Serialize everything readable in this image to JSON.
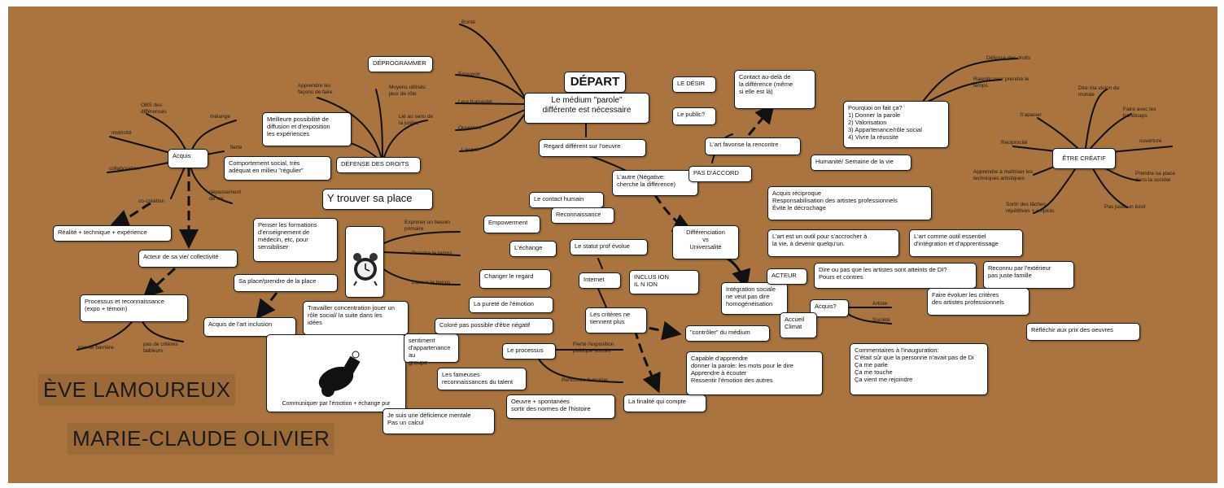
{
  "authors": [
    "ÈVE LAMOUREUX",
    "MARIE-CLAUDE OLIVIER"
  ],
  "nodes": {
    "depart": "DÉPART",
    "medium": "Le médium \"parole\"\ndifférente est nécessaire",
    "deprogrammer": "DÉPROGRAMMER",
    "defense_droits": "DÉFENSE DES DROITS",
    "meilleure": "Meilleure possibilité de\ndiffusion et d'exposition\nles expériences",
    "comportement": "Comportement social, très\nadéquat en milieu \"régulier\"",
    "y_trouver": "Y trouver sa place",
    "acquis_left": "Acquis",
    "realite": "Réalité + technique + expérience",
    "acteur_vie": "Acteur de sa vie/ collectivité",
    "processus_reco": "Processus et reconnaissance\n(expo + témoin)",
    "penser": "Penser les formations\nd'enseignement de\nmédecin, etc, pour\nsensibiliser",
    "sa_place": "Sa place/prendre de la place",
    "acquis_art": "Acquis de l'art inclusion",
    "travailler": "Travailler concentration jouer un\nrôle social/ la suite dans les\nidées",
    "communiquer": "Communiquer par l'émotion + échange pur",
    "sentiment": "sentiment\nd'appartenance au\ngroupe",
    "fameuses": "Les fameuses\nreconnaissances du talent",
    "deficience": "Je suis une déficience mentale\nPas un calcul",
    "regard_oeuvre": "Regard différent sur l'oeuvre",
    "contact_humain": "Le contact humain",
    "reconnaissance": "Reconnaissance",
    "empowerment": "Empowerment",
    "echange": "L'échange",
    "statut": "Le statut prof évolue",
    "changer_regard": "Changer le regard",
    "internet": "Internet",
    "purete": "La pureté de l'émotion",
    "colore": "Coloré pas possible d'être négatif",
    "processus": "Le processus",
    "criteres": "Les critères ne\ntiennent plus",
    "controler": "\"contrôler\" du médium",
    "oeuvre_spont": "Oeuvre + spontanées\nsortir des normes de l'histoire",
    "finalite": "La finalité qui compte",
    "capable": "Capable d'apprendre\ndonner la parole: les mots pour le dire\nApprendre à écouter\nRessentir l'émotion des autres",
    "autre": "L'autre (Négative:\ncherche la différence)",
    "pas_accord": "PAS D'ACCORD",
    "differenciation": "Différenciation\nvs\nUniversalité",
    "integration": "Intégration sociale\nne veut pas dire\nhomogénéisation",
    "le_desir": "LE DÉSIR",
    "contact_dela": "Contact au-delà de\nla différence (même\nsi elle est là)",
    "le_public": "Le public?",
    "art_favorise": "L'art favorise la rencontre",
    "pourquoi": "Pourquoi on fait ça?\n1) Donner la parole\n2) Valorisation\n3) Appartenance/rôle social\n4) Vivre la réussite",
    "humanite": "Humanité/ Semaine de la vie",
    "acquis_reciproque": "Acquis réciproque\nResponsabilisation des artistes professionnels\nÉvite le décrochage",
    "art_outil": "L'art est un outil pour s'accrocher à\nla vie, à devenir quelqu'un.",
    "art_essentiel": "L'art comme outil essentiel\nd'intégration et d'apprentissage",
    "acteur": "ACTEUR",
    "dire_ou_pas": "Dire ou pas que les artistes sont atteints de DI?\nPours et contres",
    "reconnu": "Reconnu par l'extérieur\npas juste famille",
    "acquis_right": "Acquis?",
    "accueil": "Accueil\nClimat",
    "faire_evoluer": "Faire évoluer les critères\ndes artistes professionnels",
    "reflechir": "Réfléchir aux prix des oeuvres",
    "commentaires": "Commentaires à l'inauguration:\nC'était sûr que la personne n'avait pas de Di\nÇa me parle\nÇa me touche\nÇa vient me rejoindre",
    "etre_creatif": "ÊTRE CRÉATIF",
    "inclus": "INCLUS    ION\nIL         N    ION"
  },
  "labels": {
    "bonte": "Bonté",
    "emouvoir": "Émouvoir",
    "leur_humanite": "Leur humanité",
    "ouverture_mid": "Ouverture",
    "lespoir": "L'espoir",
    "moyens": "Moyens utilisés:\njeux de rôle",
    "lie_sens": "Lié au sens de\nla justice",
    "apprendre_facons": "Apprendre les\nfaçons de faire",
    "obs": "OBS des\ndifférences",
    "melange": "mélange",
    "motricite": "motricité",
    "fierte_left": "fierté",
    "collaboration": "collaboration",
    "depassement": "dépassement\nde soi",
    "co_creation": "co-création",
    "pas_barriere": "pas de barrière",
    "pas_criteres": "pas de critères\nfaibleurs",
    "exprimer": "Exprimer un besoin\nprimaire",
    "prendre_temps": "Prendre le temps",
    "laisser_temps": "Laisser le temps",
    "fierte_expo": "Fierté    l'exposition\npolitique succès",
    "rencontre_humaine": "Rencontre humaine",
    "artiste": "Artiste",
    "societe": "Société",
    "defense_droits_r": "Défense des droits",
    "ralentir": "Ralentir pour prendre le\ntemps",
    "dire_vision": "Dire ma vision du\nmonde",
    "sapaiser": "S'apaiser",
    "faire_handicaps": "Faire avec les\nhandicaps",
    "reciprocite": "Réciprocité",
    "ouverture_r": "ouverture",
    "apprendre_maitriser": "Apprendre à maîtriser les\ntechniques artistiques",
    "prendre_place": "Prendre sa place\ndans la société",
    "sortir_taches": "Sortir des tâches\nrépétitives + emplois",
    "pas_loisir": "Pas juste un loisir"
  },
  "colors": {
    "background": "#a9743f",
    "node": "#ffffff",
    "line": "#111111"
  }
}
